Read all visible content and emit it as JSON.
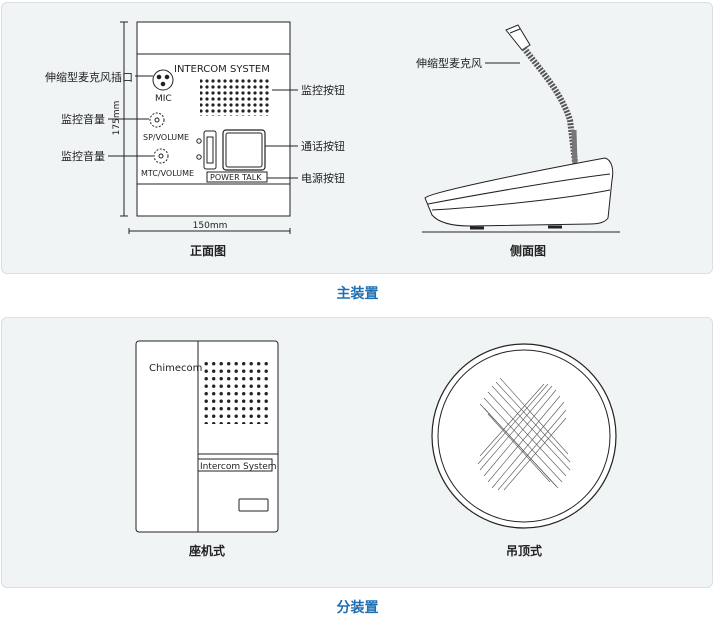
{
  "main_unit": {
    "title": "主装置",
    "front_view": {
      "caption": "正面图",
      "panel_text": "INTERCOM SYSTEM",
      "mic_text": "MIC",
      "sp_volume_text": "SP/VOLUME",
      "mtc_volume_text": "MTC/VOLUME",
      "power_text": "POWER",
      "talk_text": "TALK",
      "height_dim": "175mm",
      "width_dim": "150mm",
      "callouts": {
        "mic_jack": "伸缩型麦克风插口",
        "sp_volume": "监控音量",
        "mtc_volume": "监控音量",
        "monitor_button": "监控按钮",
        "talk_button": "通话按钮",
        "power_button": "电源按钮"
      }
    },
    "side_view": {
      "caption": "侧面图",
      "mic_label": "伸缩型麦克风"
    }
  },
  "sub_unit": {
    "title": "分装置",
    "desk_type": {
      "caption": "座机式",
      "brand": "Chimecom",
      "label": "Intercom System"
    },
    "ceiling_type": {
      "caption": "吊顶式"
    }
  }
}
